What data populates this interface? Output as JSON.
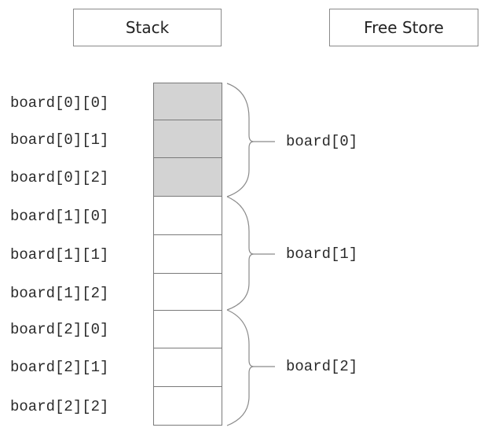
{
  "headers": {
    "stack": "Stack",
    "free_store": "Free Store"
  },
  "cells": [
    {
      "label": "board[0][0]",
      "shaded": true
    },
    {
      "label": "board[0][1]",
      "shaded": true
    },
    {
      "label": "board[0][2]",
      "shaded": true
    },
    {
      "label": "board[1][0]",
      "shaded": false
    },
    {
      "label": "board[1][1]",
      "shaded": false
    },
    {
      "label": "board[1][2]",
      "shaded": false
    },
    {
      "label": "board[2][0]",
      "shaded": false
    },
    {
      "label": "board[2][1]",
      "shaded": false
    },
    {
      "label": "board[2][2]",
      "shaded": false
    }
  ],
  "rows": [
    {
      "label": "board[0]"
    },
    {
      "label": "board[1]"
    },
    {
      "label": "board[2]"
    }
  ],
  "colors": {
    "shaded_cell": "#d3d3d3",
    "border": "#7a7a7a"
  }
}
